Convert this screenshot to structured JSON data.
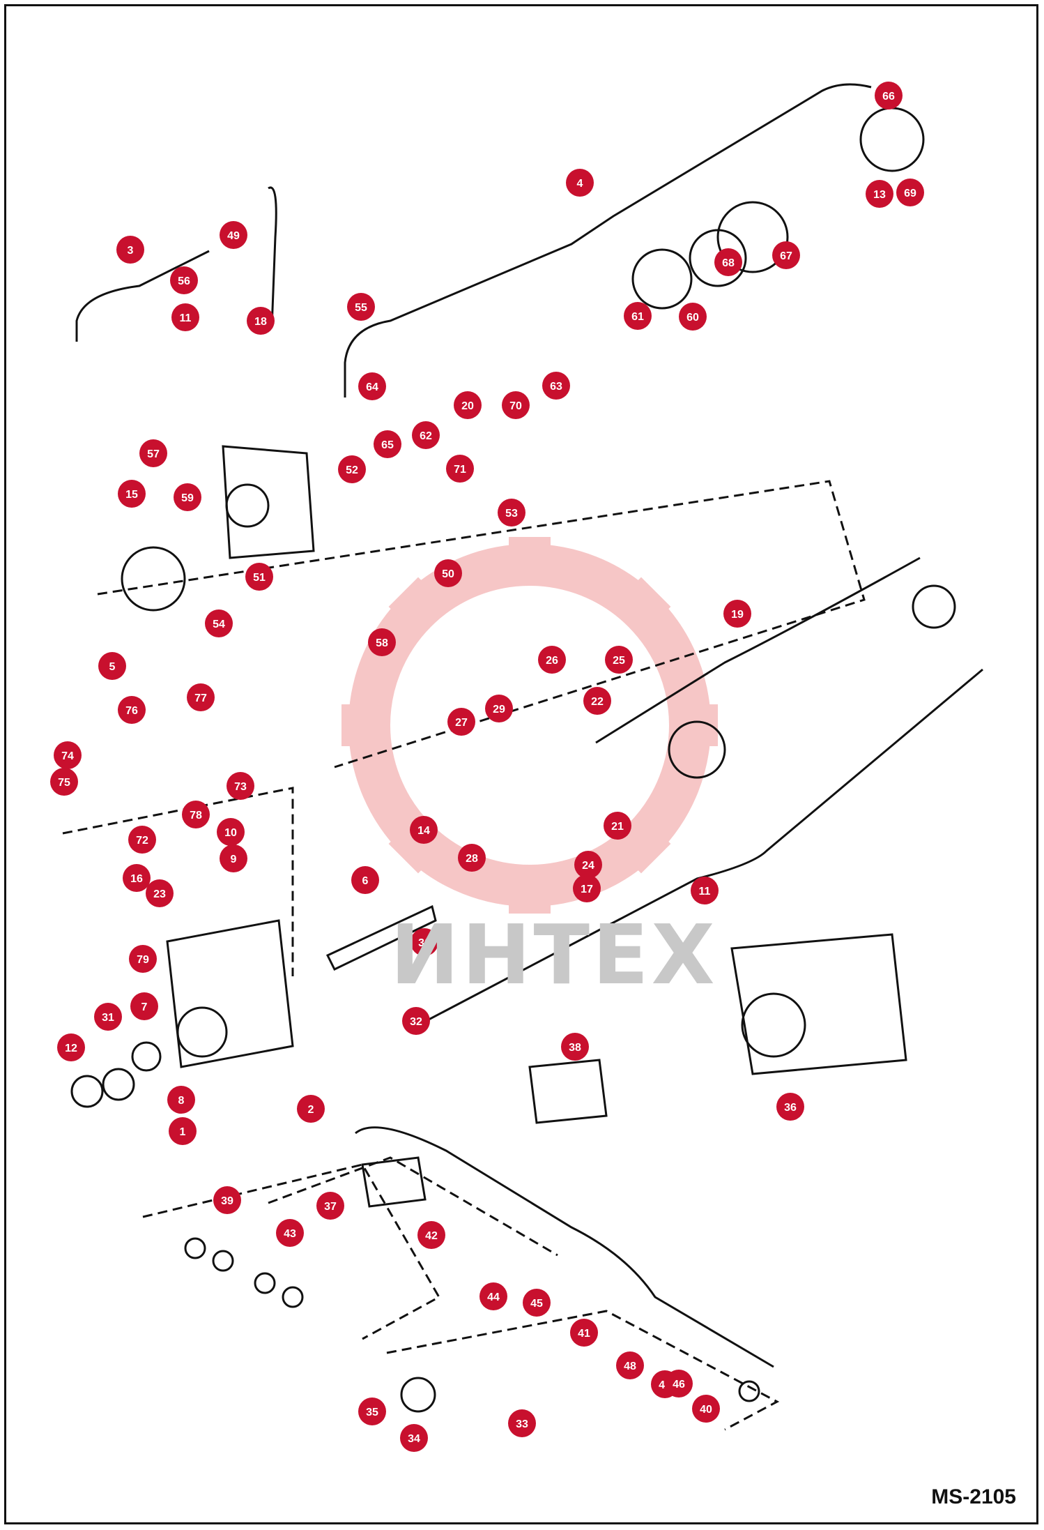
{
  "watermark": {
    "text": "ИНТЕХ"
  },
  "drawing_code": "MS-2105",
  "colors": {
    "callout": "#c8102e",
    "watermark": "#f3b3b3",
    "line": "#111111"
  },
  "callouts": [
    "66",
    "4",
    "13",
    "69",
    "49",
    "3",
    "56",
    "11",
    "18",
    "55",
    "64",
    "20",
    "70",
    "63",
    "61",
    "60",
    "68",
    "67",
    "62",
    "65",
    "57",
    "52",
    "71",
    "15",
    "59",
    "53",
    "51",
    "54",
    "50",
    "58",
    "19",
    "5",
    "76",
    "77",
    "26",
    "25",
    "22",
    "29",
    "27",
    "74",
    "75",
    "73",
    "72",
    "78",
    "10",
    "9",
    "14",
    "28",
    "30",
    "21",
    "24",
    "17",
    "16",
    "23",
    "6",
    "79",
    "11",
    "32",
    "31",
    "7",
    "12",
    "8",
    "1",
    "2",
    "36",
    "38",
    "39",
    "37",
    "42",
    "43",
    "44",
    "45",
    "41",
    "48",
    "47",
    "46",
    "40",
    "35",
    "34",
    "33"
  ]
}
